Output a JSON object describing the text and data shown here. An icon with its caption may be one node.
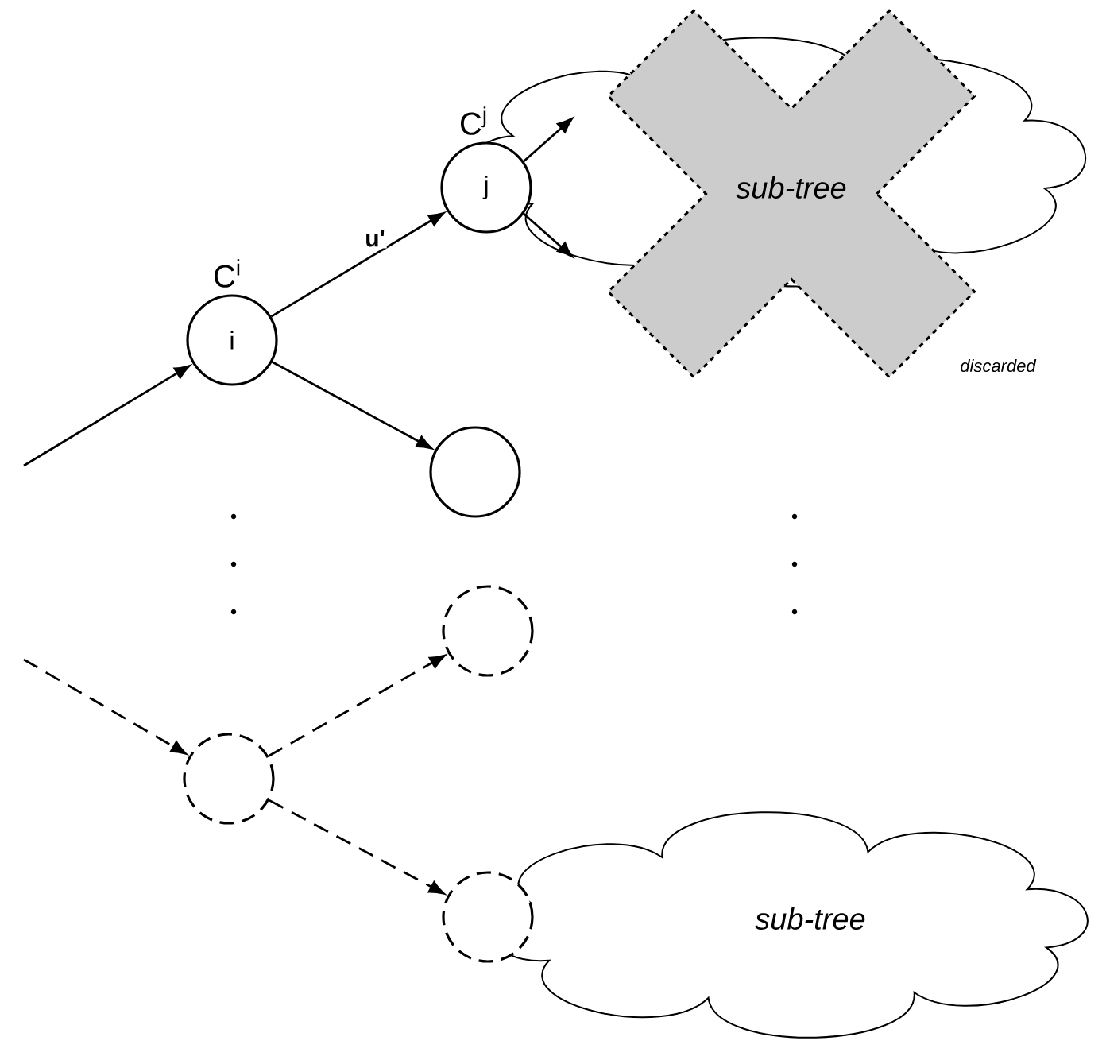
{
  "diagram": {
    "nodes": [
      {
        "text": [
          "i"
        ],
        "beside": [
          "C$^{i}$"
        ]
      },
      {
        "text": [
          "j"
        ],
        "beside": [
          "C$^{j}$"
        ]
      },
      {
        "text": [
          "sub-tree"
        ],
        "beside": [
          "discarded"
        ]
      },
      {
        "text": [],
        "shape": "circle"
      },
      {
        "text": [],
        "shape": "circle"
      },
      {
        "text": [],
        "shape": "circle"
      },
      {
        "text": [],
        "shape": "circle"
      },
      {
        "text": [
          "sub-tree"
        ]
      }
    ],
    "edges": [
      {
        "from": null,
        "to": 0,
        "arrow": "to"
      },
      {
        "from": 0,
        "to": 1,
        "arrow": "to",
        "label": "u'"
      },
      {
        "from": 0,
        "to": 3,
        "arrow": "to"
      },
      {
        "from": 1,
        "to": 2,
        "arrow": "to"
      },
      {
        "from": 1,
        "to": 2,
        "arrow": "to"
      },
      {
        "from": null,
        "to": 5,
        "arrow": "to",
        "style": "dashed"
      },
      {
        "from": 5,
        "to": 4,
        "arrow": "to",
        "style": "dashed"
      },
      {
        "from": 5,
        "to": 6,
        "arrow": "to",
        "style": "dashed"
      }
    ]
  }
}
